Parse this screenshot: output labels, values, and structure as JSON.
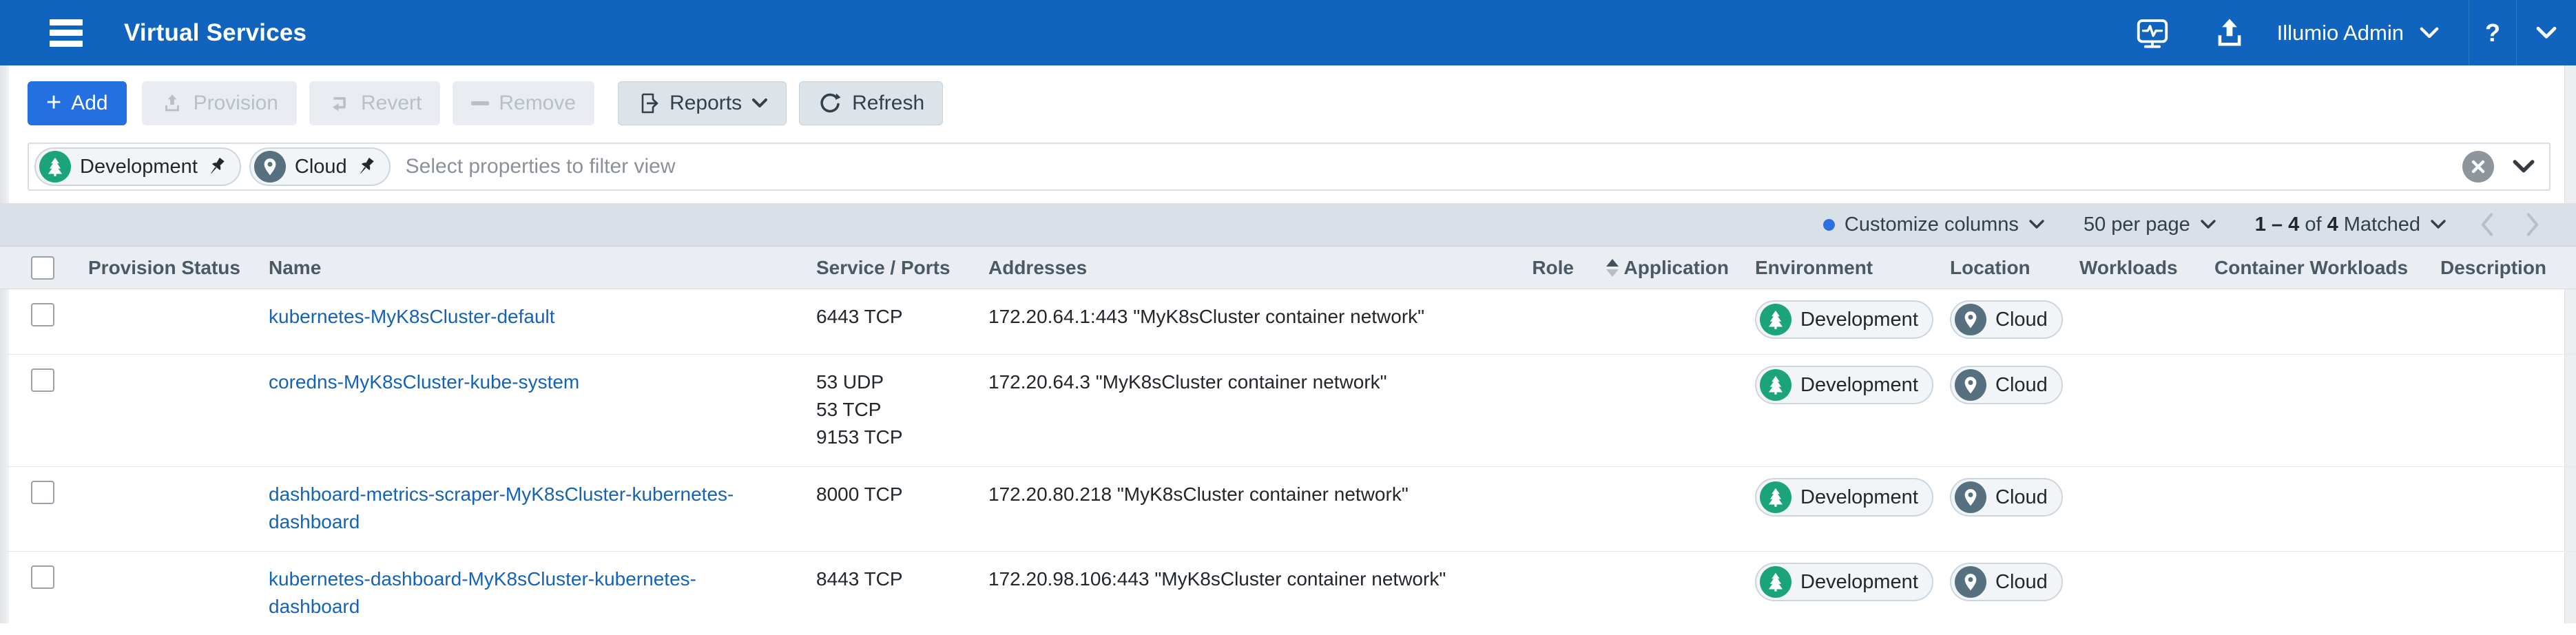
{
  "header": {
    "title": "Virtual Services",
    "user_label": "Illumio Admin",
    "help_label": "?"
  },
  "toolbar": {
    "add_label": "Add",
    "provision_label": "Provision",
    "revert_label": "Revert",
    "remove_label": "Remove",
    "reports_label": "Reports",
    "refresh_label": "Refresh"
  },
  "filter": {
    "placeholder": "Select properties to filter view",
    "pills": [
      {
        "label": "Development",
        "type": "environment",
        "pinned": true
      },
      {
        "label": "Cloud",
        "type": "location",
        "pinned": true
      }
    ]
  },
  "controls": {
    "customize_columns_label": "Customize columns",
    "per_page_label": "50 per page",
    "matched": {
      "range": "1 – 4",
      "of": "of",
      "total": "4",
      "label": "Matched"
    }
  },
  "table": {
    "columns": [
      "Provision Status",
      "Name",
      "Service / Ports",
      "Addresses",
      "Role",
      "Application",
      "Environment",
      "Location",
      "Workloads",
      "Container Workloads",
      "Description"
    ],
    "rows": [
      {
        "name": "kubernetes-MyK8sCluster-default",
        "services": [
          "6443 TCP"
        ],
        "addresses": "172.20.64.1:443 \"MyK8sCluster container network\"",
        "environment": "Development",
        "location": "Cloud"
      },
      {
        "name": "coredns-MyK8sCluster-kube-system",
        "services": [
          "53 UDP",
          "53 TCP",
          "9153 TCP"
        ],
        "addresses": "172.20.64.3 \"MyK8sCluster container network\"",
        "environment": "Development",
        "location": "Cloud"
      },
      {
        "name": "dashboard-metrics-scraper-MyK8sCluster-kubernetes-dashboard",
        "services": [
          "8000 TCP"
        ],
        "addresses": "172.20.80.218 \"MyK8sCluster container network\"",
        "environment": "Development",
        "location": "Cloud"
      },
      {
        "name": "kubernetes-dashboard-MyK8sCluster-kubernetes-dashboard",
        "services": [
          "8443 TCP"
        ],
        "addresses": "172.20.98.106:443 \"MyK8sCluster container network\"",
        "environment": "Development",
        "location": "Cloud"
      }
    ]
  },
  "colors": {
    "topbar_blue": "#1164bd",
    "primary_button_blue": "#2570e0",
    "link_blue": "#1463b8",
    "environment_green": "#1ba37c",
    "location_slate": "#57707f",
    "controls_bg": "#d9e0e8",
    "table_header_bg": "#eaeef2"
  }
}
